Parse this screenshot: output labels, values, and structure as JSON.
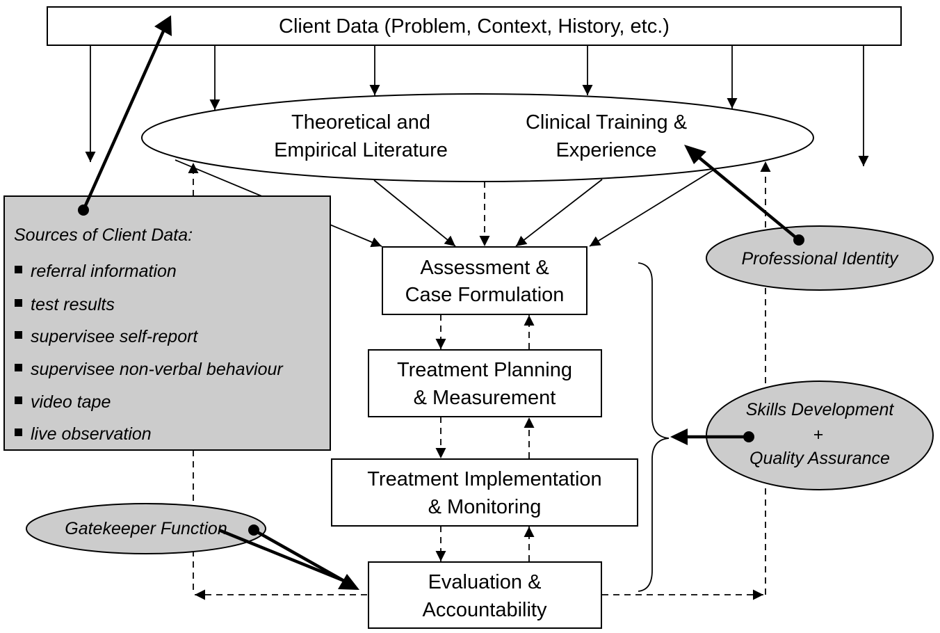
{
  "title": "Client Data (Problem, Context, History, etc.)",
  "top_ellipse": {
    "left_text": [
      "Theoretical and",
      "Empirical Literature"
    ],
    "right_text": [
      "Clinical Training &",
      "Experience"
    ]
  },
  "sources_box": {
    "heading": "Sources of Client Data:",
    "items": [
      "referral information",
      "test results",
      "supervisee self-report",
      "supervisee non-verbal behaviour",
      "video tape",
      "live observation"
    ]
  },
  "process_boxes": [
    {
      "lines": [
        "Assessment &",
        "Case Formulation"
      ]
    },
    {
      "lines": [
        "Treatment Planning",
        "& Measurement"
      ]
    },
    {
      "lines": [
        "Treatment Implementation",
        "& Monitoring"
      ]
    },
    {
      "lines": [
        "Evaluation &",
        "Accountability"
      ]
    }
  ],
  "functions": {
    "professional_identity": "Professional Identity",
    "skills_development": [
      "Skills Development",
      "+",
      "Quality Assurance"
    ],
    "gatekeeper": "Gatekeeper Function"
  },
  "colors": {
    "function_fill": "#cccccc",
    "box_fill": "#ffffff",
    "stroke": "#000000"
  }
}
